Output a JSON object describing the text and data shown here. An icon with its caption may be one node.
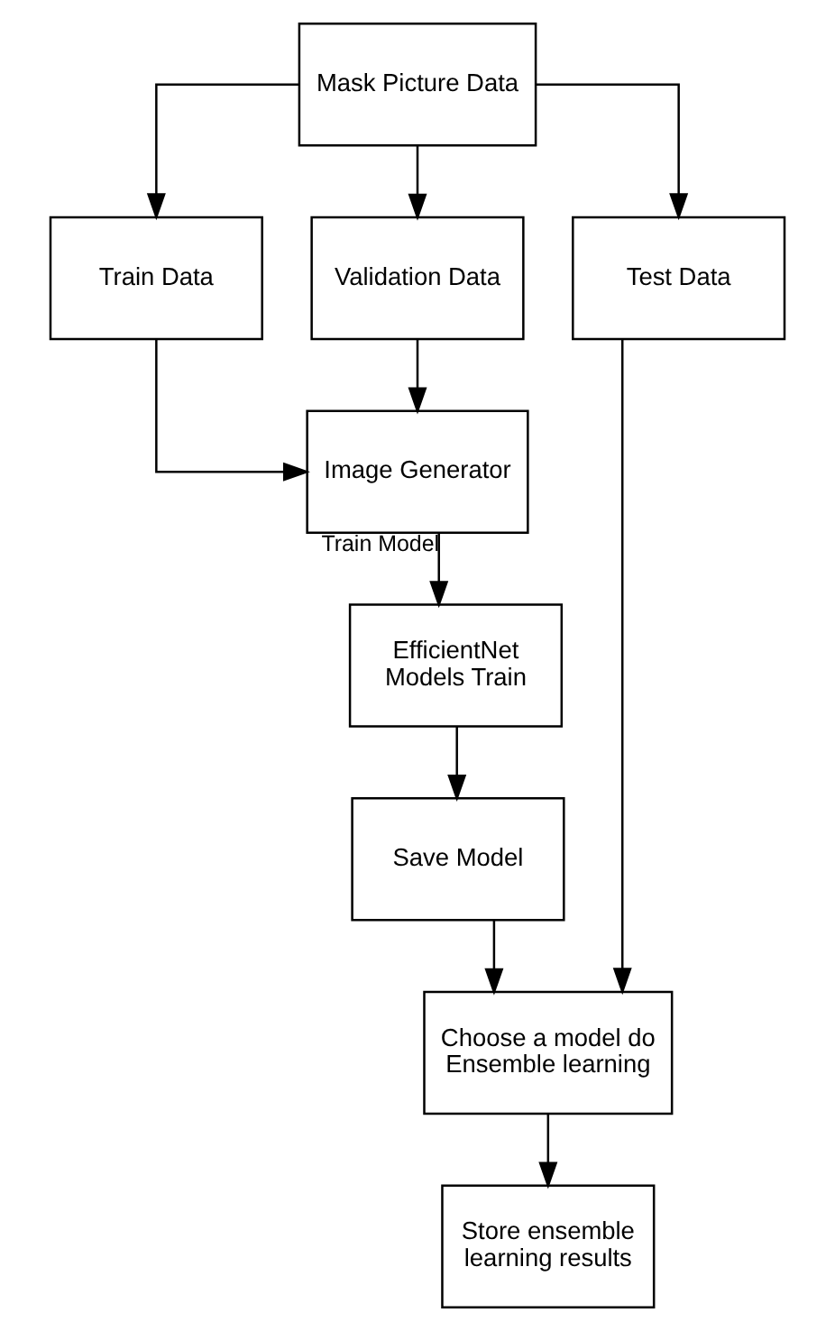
{
  "diagram": {
    "nodes": [
      {
        "text": [
          "Mask Picture Data"
        ]
      },
      {
        "text": [
          "Train Data"
        ]
      },
      {
        "text": [
          "Validation Data"
        ]
      },
      {
        "text": [
          "Test Data"
        ]
      },
      {
        "text": [
          "Image Generator"
        ]
      },
      {
        "text": [
          "EfficientNet Models Train"
        ]
      },
      {
        "text": [
          "Save Model"
        ]
      },
      {
        "text": [
          "Choose a model do Ensemble learning"
        ]
      },
      {
        "text": [
          "Store ensemble learning results"
        ]
      }
    ],
    "edges": [
      {
        "from": 0,
        "to": 1,
        "arrow": "to"
      },
      {
        "from": 0,
        "to": 2,
        "arrow": "to"
      },
      {
        "from": 0,
        "to": 3,
        "arrow": "to"
      },
      {
        "from": 1,
        "to": 4,
        "arrow": "to"
      },
      {
        "from": 2,
        "to": 4,
        "arrow": "to"
      },
      {
        "from": 4,
        "to": 5,
        "arrow": "to",
        "label": "Train Model"
      },
      {
        "from": 5,
        "to": 6,
        "arrow": "to"
      },
      {
        "from": 6,
        "to": 7,
        "arrow": "to"
      },
      {
        "from": 3,
        "to": 7,
        "arrow": "to"
      },
      {
        "from": 7,
        "to": 8,
        "arrow": "to"
      }
    ]
  }
}
